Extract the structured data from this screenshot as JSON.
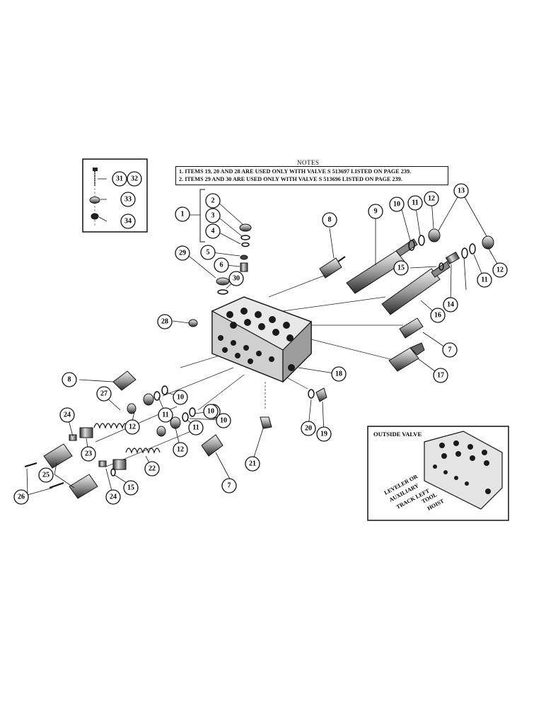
{
  "notes": {
    "title": "NOTES",
    "line1": "1. ITEMS 19, 20 AND 28 ARE USED ONLY WITH VALVE S 513697 LISTED ON PAGE 239.",
    "line2": "2. ITEMS 29 AND 30 ARE USED ONLY WITH VALVE S 513696 LISTED ON PAGE 239."
  },
  "inset": {
    "title": "OUTSIDE VALVE",
    "labels": [
      "LEVELER OR",
      "AUXILIARY",
      "TRACK LEFT",
      "TOOL",
      "HOIST"
    ]
  },
  "callouts": [
    "1",
    "2",
    "3",
    "4",
    "5",
    "6",
    "7",
    "7",
    "7",
    "8",
    "8",
    "9",
    "10",
    "10",
    "10",
    "10",
    "11",
    "11",
    "11",
    "11",
    "12",
    "12",
    "12",
    "12",
    "13",
    "14",
    "15",
    "15",
    "16",
    "17",
    "18",
    "19",
    "20",
    "21",
    "22",
    "23",
    "24",
    "24",
    "25",
    "26",
    "27",
    "28",
    "29",
    "30",
    "31",
    "32",
    "33",
    "34"
  ]
}
